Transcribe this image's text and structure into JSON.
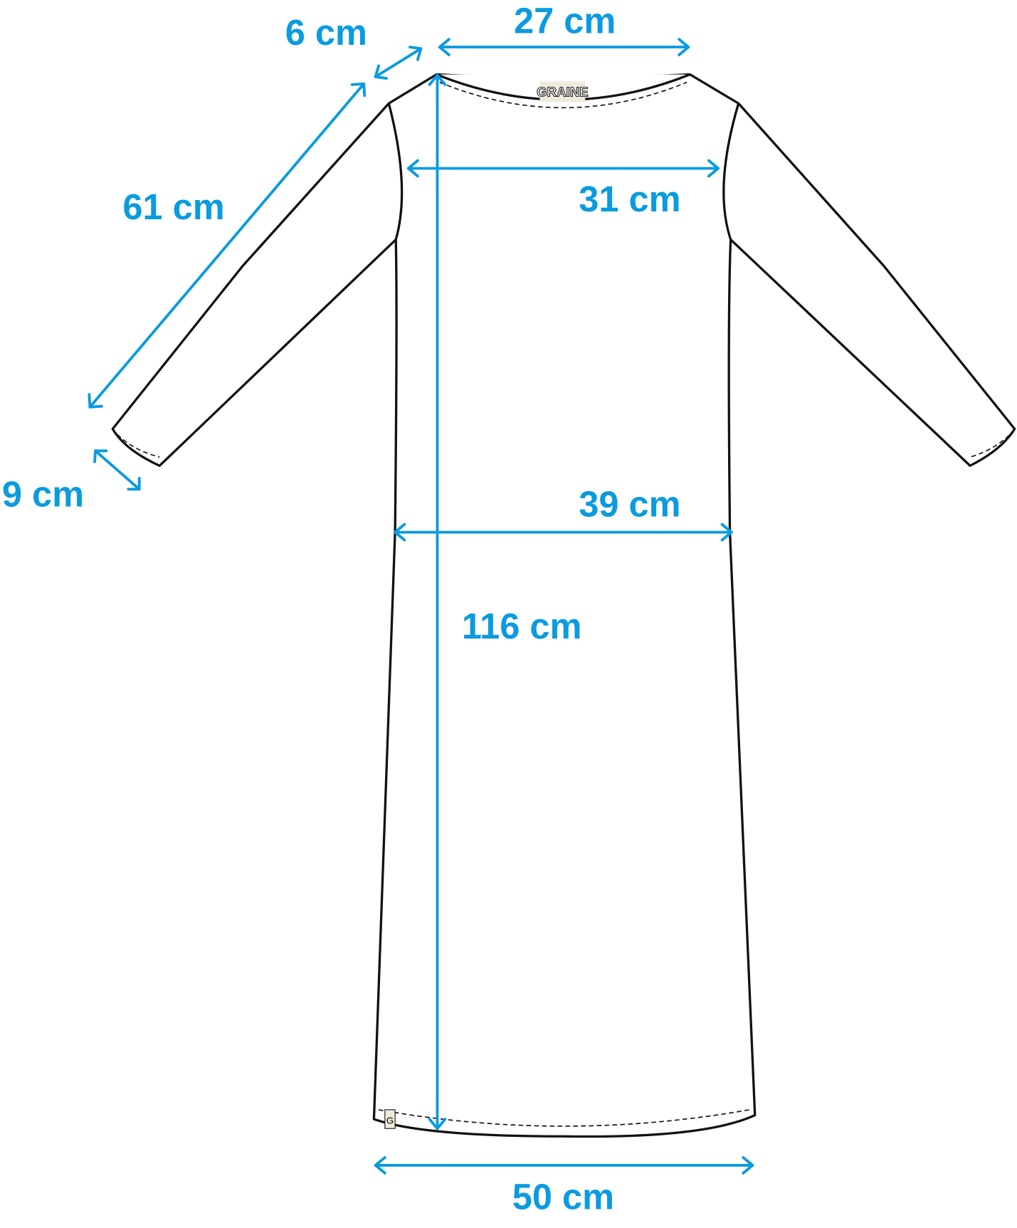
{
  "diagram": {
    "accent_color": "#0a9be0",
    "measurements": {
      "shoulder": "6 cm",
      "neck_width": "27 cm",
      "sleeve_length": "61 cm",
      "chest": "31 cm",
      "cuff": "9 cm",
      "waist": "39 cm",
      "total_length": "116 cm",
      "hem": "50 cm"
    },
    "labels": {
      "neck_tag": "GRAINE",
      "hem_tag": "G"
    }
  }
}
